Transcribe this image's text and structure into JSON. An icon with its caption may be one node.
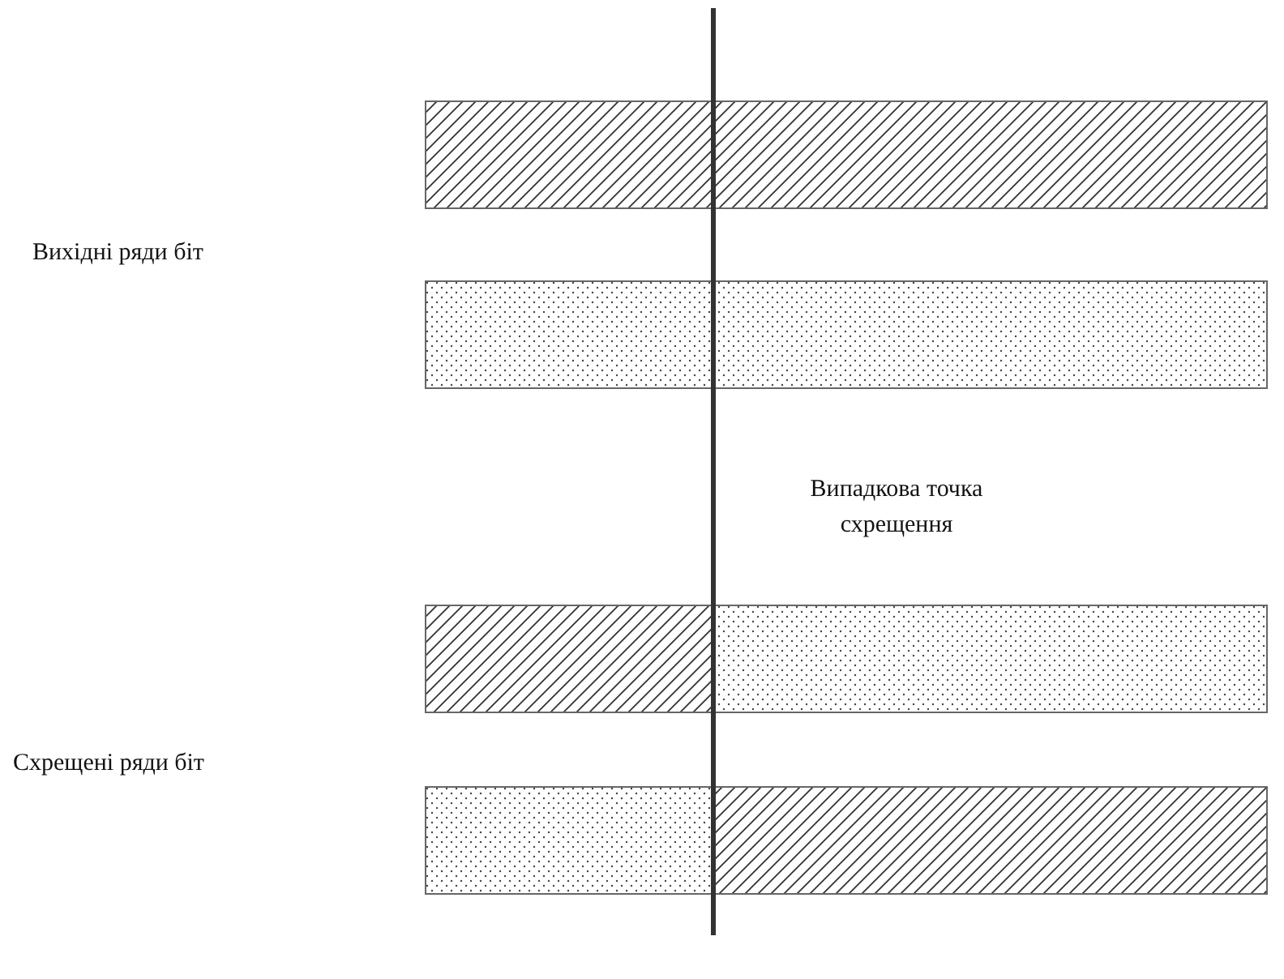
{
  "diagram": {
    "nodes": [
      {
        "text": [],
        "shape": "bar"
      },
      {
        "text": [],
        "shape": "bar"
      },
      {
        "text": [],
        "shape": "bar"
      },
      {
        "text": [],
        "shape": "bar"
      }
    ],
    "labels": [
      "Вихідні ряди біт",
      "Випадкова точка схрещення",
      "Схрещені ряди біт"
    ]
  }
}
